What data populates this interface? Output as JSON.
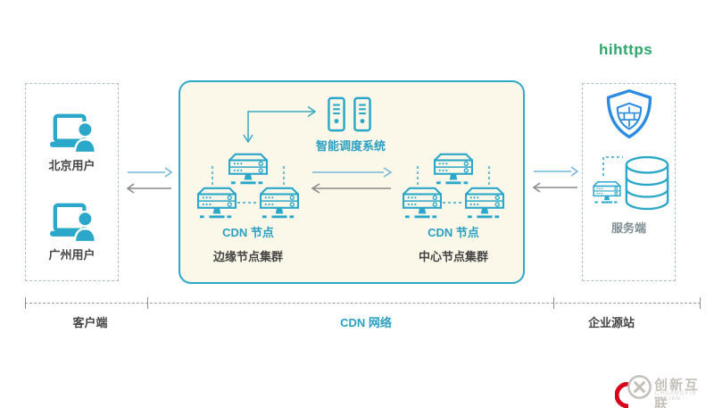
{
  "page": {
    "brand": "hihttps"
  },
  "colors": {
    "teal_icon": "#2ba7c9",
    "cdn_box_bg": "#fbf7e9",
    "cdn_box_border": "#2ca8c9",
    "blue_arrow": "#74b7dc",
    "gray_arrow": "#8a8a8a",
    "shield_blue": "#2e8ce0",
    "brand_green": "#2ea56b",
    "dark_text": "#454545",
    "teal_text": "#2ba0c2",
    "watermark_gray": "#c4c0ba",
    "watermark_red": "#d9001b"
  },
  "zones": {
    "client": {
      "zone_label": "客户端",
      "users": [
        {
          "label": "北京用户"
        },
        {
          "label": "广州用户"
        }
      ]
    },
    "cdn": {
      "zone_label": "CDN 网络",
      "scheduler_label": "智能调度系统",
      "edge": {
        "node_label": "CDN 节点",
        "cluster_label": "边缘节点集群"
      },
      "center": {
        "node_label": "CDN 节点",
        "cluster_label": "中心节点集群"
      }
    },
    "origin": {
      "zone_label": "企业源站",
      "server_label": "服务端"
    }
  },
  "watermark": {
    "brand": "创新互联",
    "caption": "CHUANGXIN HULIAN"
  }
}
